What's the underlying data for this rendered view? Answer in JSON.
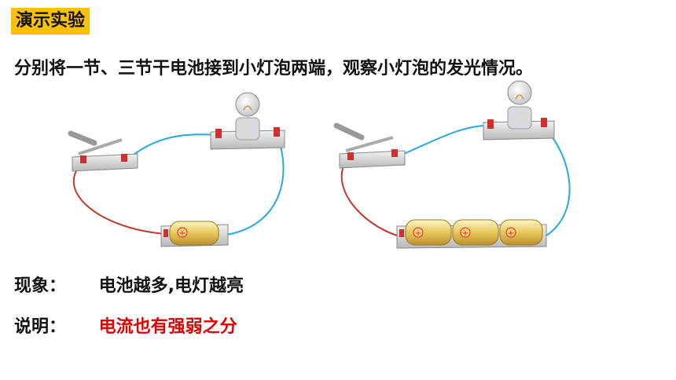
{
  "tag": "演示实验",
  "intro": "分别将一节、三节干电池接到小灯泡两端，观察小灯泡的发光情况。",
  "phenomenon": {
    "label": "现象：",
    "value": "电池越多,电灯越亮"
  },
  "explanation": {
    "label": "说明：",
    "value": "电流也有强弱之分"
  },
  "colors": {
    "tag_bg": "#ffc000",
    "highlight": "#e00000",
    "wire_red": "#c0392b",
    "wire_blue": "#29a8e0"
  },
  "battery_plus": "⊕"
}
